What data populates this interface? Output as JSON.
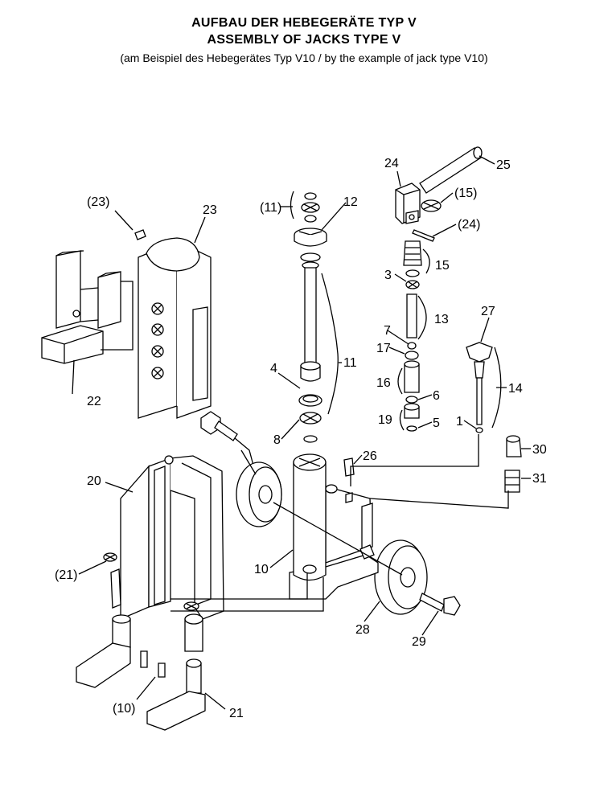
{
  "header": {
    "title_de": "AUFBAU DER HEBEGERÄTE TYP V",
    "title_en": "ASSEMBLY OF JACKS TYPE V",
    "subtitle": "(am Beispiel des Hebegerätes Typ V10 / by the example of jack type V10)"
  },
  "labels": {
    "p1": "1",
    "p3": "3",
    "p4": "4",
    "p5": "5",
    "p6": "6",
    "p7": "7",
    "p8": "8",
    "p10": "10",
    "p10b": "(10)",
    "p11": "11",
    "p11b": "(11)",
    "p12": "12",
    "p13": "13",
    "p14": "14",
    "p15": "15",
    "p15b": "(15)",
    "p16": "16",
    "p17": "17",
    "p19": "19",
    "p20": "20",
    "p21": "21",
    "p21b": "(21)",
    "p22": "22",
    "p23": "23",
    "p23b": "(23)",
    "p24": "24",
    "p24b": "(24)",
    "p25": "25",
    "p26": "26",
    "p27": "27",
    "p28": "28",
    "p29": "29",
    "p30": "30",
    "p31": "31"
  }
}
